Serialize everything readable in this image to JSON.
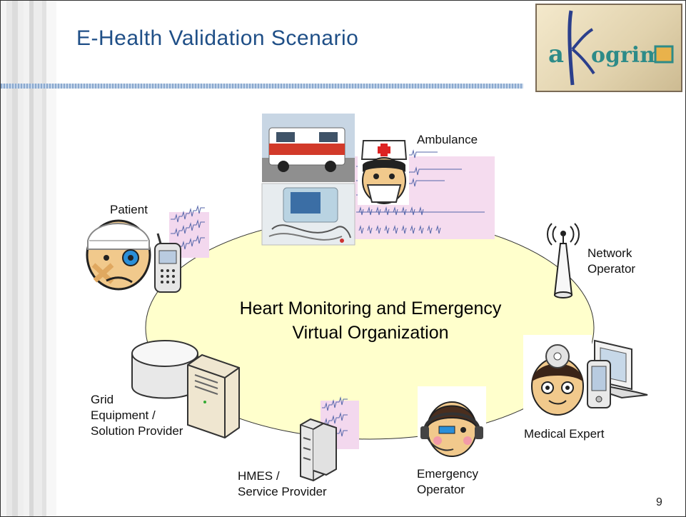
{
  "slide": {
    "title": "E-Health Validation Scenario",
    "logo_text": "akogrimo",
    "page_number": "9"
  },
  "diagram": {
    "center_label_line1": "Heart Monitoring and Emergency",
    "center_label_line2": "Virtual Organization",
    "nodes": {
      "ambulance": "Ambulance",
      "patient": "Patient",
      "network_operator_1": "Network",
      "network_operator_2": "Operator",
      "grid_provider_1": "Grid",
      "grid_provider_2": "Equipment /",
      "grid_provider_3": "Solution Provider",
      "hmes_1": "HMES /",
      "hmes_2": "Service Provider",
      "emergency_1": "Emergency",
      "emergency_2": "Operator",
      "medical_expert": "Medical Expert"
    }
  },
  "colors": {
    "title": "#1f4f87",
    "ellipse_fill": "#ffffcc",
    "logo_teal": "#2d8b88"
  }
}
